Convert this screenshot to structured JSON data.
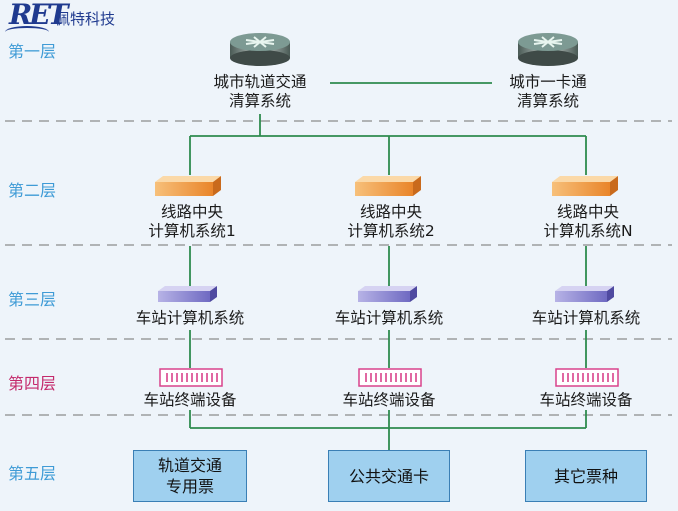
{
  "logo": {
    "mark": "RET",
    "name": "佩特科技"
  },
  "layers": [
    "第一层",
    "第二层",
    "第三层",
    "第四层",
    "第五层"
  ],
  "layer1": {
    "left": {
      "line1": "城市轨道交通",
      "line2": "清算系统"
    },
    "right": {
      "line1": "城市一卡通",
      "line2": "清算系统"
    }
  },
  "layer2": [
    {
      "line1": "线路中央",
      "line2": "计算机系统1"
    },
    {
      "line1": "线路中央",
      "line2": "计算机系统2"
    },
    {
      "line1": "线路中央",
      "line2": "计算机系统N"
    }
  ],
  "layer3": [
    "车站计算机系统",
    "车站计算机系统",
    "车站计算机系统"
  ],
  "layer4": [
    "车站终端设备",
    "车站终端设备",
    "车站终端设备"
  ],
  "layer5": [
    {
      "line1": "轨道交通",
      "line2": "专用票"
    },
    {
      "line1": "公共交通卡",
      "line2": ""
    },
    {
      "line1": "其它票种",
      "line2": ""
    }
  ],
  "colors": {
    "background": "#eef4fa",
    "connector": "#2e8b4e",
    "layer_label": "#3f9bd6",
    "layer_label_highlight": "#c42a6c",
    "router_top": "#6f8e86",
    "server_orange": "#f0a048",
    "server_purple": "#8b86d0",
    "terminal_pink": "#d8428b",
    "ticket_fill": "#9fd0ef"
  }
}
